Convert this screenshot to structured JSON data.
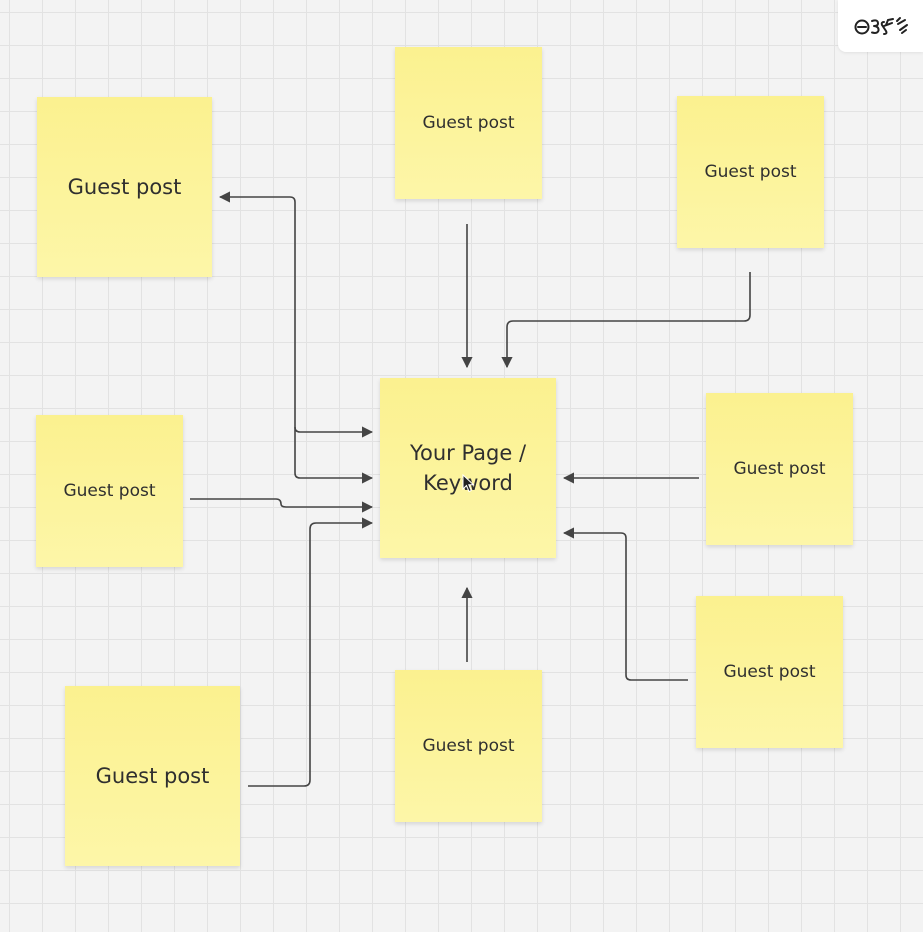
{
  "center_note": {
    "text": "Your Page / Keyword"
  },
  "guest_notes": [
    {
      "text": "Guest post"
    },
    {
      "text": "Guest post"
    },
    {
      "text": "Guest post"
    },
    {
      "text": "Guest post"
    },
    {
      "text": "Guest post"
    },
    {
      "text": "Guest post"
    },
    {
      "text": "Guest post"
    },
    {
      "text": "Guest post"
    }
  ],
  "colors": {
    "sticky": "#fbf18f",
    "connector": "#444444",
    "grid": "#e2e2e2",
    "canvas": "#f3f3f3"
  },
  "icons": {
    "logo": "logo-icon",
    "cursor": "cursor-icon"
  }
}
